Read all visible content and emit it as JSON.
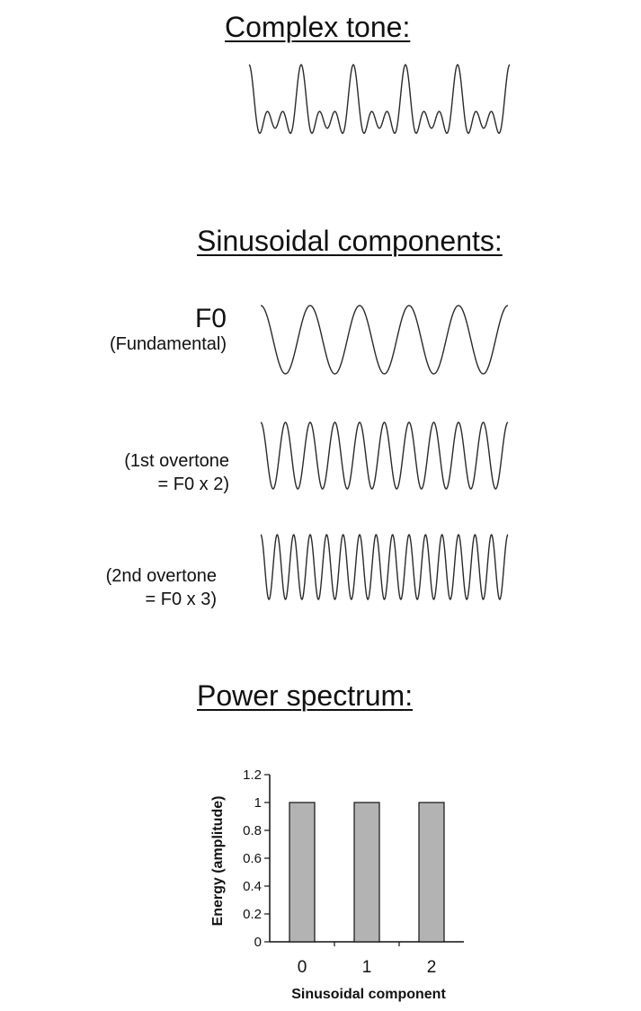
{
  "headings": {
    "complex_tone": "Complex tone:",
    "sinusoidal_components": "Sinusoidal components:",
    "power_spectrum": "Power spectrum:"
  },
  "components": [
    {
      "label": "F0",
      "sublabel": "(Fundamental)",
      "harmonic": 1
    },
    {
      "label_line1": "(1st overtone",
      "label_line2": "= F0 x 2)",
      "harmonic": 2
    },
    {
      "label_line1": "(2nd overtone",
      "label_line2": "= F0 x 3)",
      "harmonic": 3
    }
  ],
  "complex_tone": {
    "cycles": 5,
    "harmonics": [
      1,
      2,
      3
    ]
  },
  "chart_data": {
    "type": "bar",
    "categories": [
      "0",
      "1",
      "2"
    ],
    "values": [
      1,
      1,
      1
    ],
    "xlabel": "Sinusoidal component",
    "ylabel": "Energy (amplitude)",
    "ylim": [
      0,
      1.2
    ],
    "yticks": [
      "0",
      "0.2",
      "0.4",
      "0.6",
      "0.8",
      "1",
      "1.2"
    ],
    "bar_color": "#b3b3b3",
    "grid": false
  }
}
